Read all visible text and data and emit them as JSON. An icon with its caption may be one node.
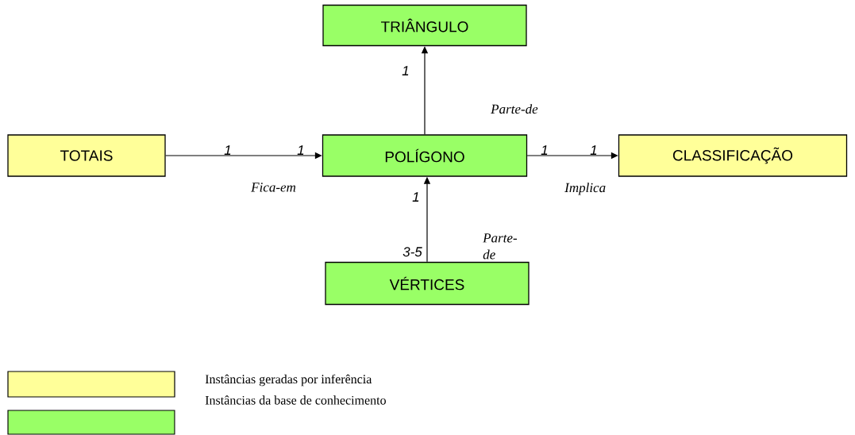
{
  "diagram": {
    "nodes": [
      {
        "text": [
          "TRIÂNGULO"
        ]
      },
      {
        "text": [
          "TOTAIS"
        ]
      },
      {
        "text": [
          "POLÍGONO"
        ]
      },
      {
        "text": [
          "CLASSIFICAÇÃO"
        ]
      },
      {
        "text": [
          "VÉRTICES"
        ]
      }
    ],
    "edges": [
      {
        "from": 1,
        "to": 2,
        "arrow": "to",
        "label": "Fica-em"
      },
      {
        "from": 2,
        "to": 0,
        "arrow": "to",
        "label": "Parte-de"
      },
      {
        "from": 2,
        "to": 3,
        "arrow": "to",
        "label": "Implica"
      },
      {
        "from": 4,
        "to": 2,
        "arrow": "to",
        "label": "Parte-de"
      }
    ],
    "labels": [
      "1",
      "1",
      "1",
      "1",
      "1",
      "1",
      "3-5"
    ],
    "legend": [
      {
        "text": "Instâncias geradas por inferência",
        "color": "#ffff99"
      },
      {
        "text": "Instâncias da base de conhecimento",
        "color": "#99ff66"
      }
    ]
  }
}
